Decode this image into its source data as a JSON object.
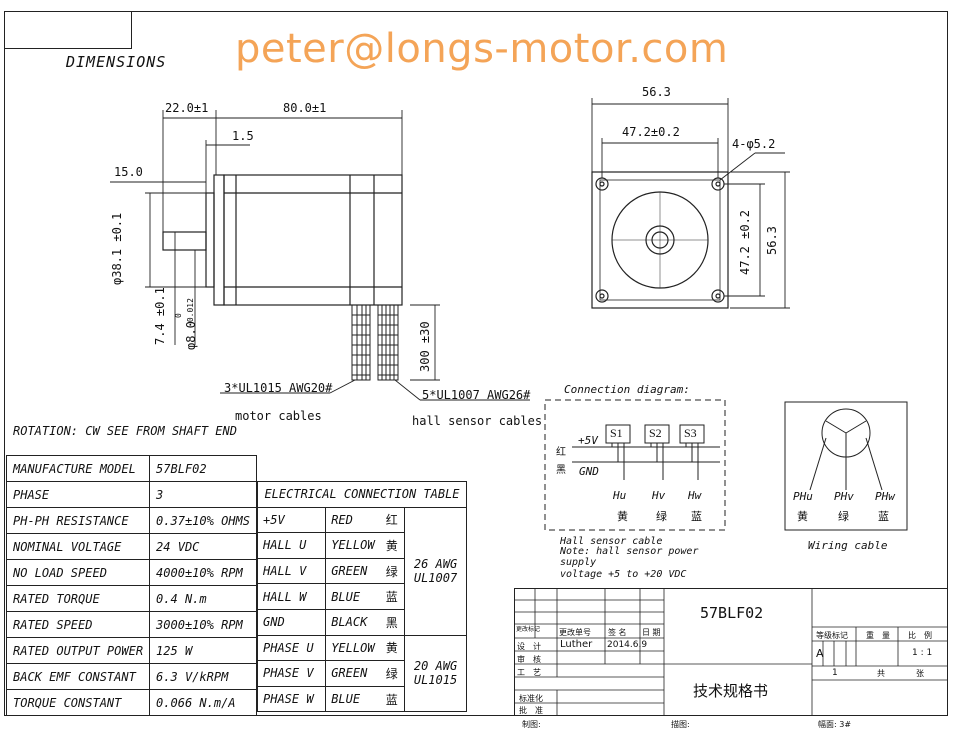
{
  "header": {
    "email": "peter@longs-motor.com",
    "dimensions_title": "DIMENSIONS"
  },
  "side_view": {
    "dim_22": "22.0±1",
    "dim_80": "80.0±1",
    "dim_1_5": "1.5",
    "dim_15": "15.0",
    "dim_38": "φ38.1 ±0.1",
    "dim_7_4": "7.4 ±0.1",
    "dim_8": "φ8.0",
    "dim_8_tol_upper": "0",
    "dim_8_tol_lower": "-0.012",
    "dim_300": "300 ±30",
    "motor_cables_spec": "3*UL1015 AWG20#",
    "motor_cables_label": "motor cables",
    "hall_cables_spec": "5*UL1007 AWG26#",
    "hall_cables_label": "hall sensor cables"
  },
  "front_view": {
    "dim_56_3_top": "56.3",
    "dim_47_2_top": "47.2±0.2",
    "dim_holes": "4-φ5.2",
    "dim_47_2_side": "47.2 ±0.2",
    "dim_56_3_side": "56.3"
  },
  "rotation": "ROTATION: CW SEE FROM SHAFT END",
  "specs": [
    {
      "name": "MANUFACTURE MODEL",
      "value": "57BLF02"
    },
    {
      "name": "PHASE",
      "value": "3"
    },
    {
      "name": "PH-PH RESISTANCE",
      "value": "0.37±10% OHMS"
    },
    {
      "name": "NOMINAL VOLTAGE",
      "value": "24 VDC"
    },
    {
      "name": "NO LOAD SPEED",
      "value": "4000±10% RPM"
    },
    {
      "name": "RATED TORQUE",
      "value": "0.4 N.m"
    },
    {
      "name": "RATED SPEED",
      "value": "3000±10% RPM"
    },
    {
      "name": "RATED OUTPUT POWER",
      "value": "125 W"
    },
    {
      "name": "BACK EMF CONSTANT",
      "value": "6.3 V/kRPM"
    },
    {
      "name": "TORQUE CONSTANT",
      "value": "0.066 N.m/A"
    }
  ],
  "electrical": {
    "title": "ELECTRICAL CONNECTION TABLE",
    "rows": [
      {
        "signal": "+5V",
        "color": "RED",
        "cn": "红"
      },
      {
        "signal": "HALL U",
        "color": "YELLOW",
        "cn": "黄"
      },
      {
        "signal": "HALL V",
        "color": "GREEN",
        "cn": "绿"
      },
      {
        "signal": "HALL W",
        "color": "BLUE",
        "cn": "蓝"
      },
      {
        "signal": "GND",
        "color": "BLACK",
        "cn": "黑"
      },
      {
        "signal": "PHASE U",
        "color": "YELLOW",
        "cn": "黄"
      },
      {
        "signal": "PHASE V",
        "color": "GREEN",
        "cn": "绿"
      },
      {
        "signal": "PHASE W",
        "color": "BLUE",
        "cn": "蓝"
      }
    ],
    "group1_awg": "26 AWG",
    "group1_ul": "UL1007",
    "group2_awg": "20 AWG",
    "group2_ul": "UL1015"
  },
  "connection": {
    "title": "Connection diagram:",
    "red_cn": "红",
    "black_cn": "黑",
    "plus5v": "+5V",
    "gnd": "GND",
    "s1": "S1",
    "s2": "S2",
    "s3": "S3",
    "hu": "Hu",
    "hv": "Hv",
    "hw": "Hw",
    "hu_cn": "黄",
    "hv_cn": "绿",
    "hw_cn": "蓝",
    "note1": "Hall sensor cable",
    "note2": "Note: hall sensor power",
    "note3": "supply",
    "note4": "voltage +5 to +20 VDC"
  },
  "wiring": {
    "phu": "PHu",
    "phv": "PHv",
    "phw": "PHw",
    "phu_cn": "黄",
    "phv_cn": "绿",
    "phw_cn": "蓝",
    "caption": "Wiring cable"
  },
  "title_block": {
    "model": "57BLF02",
    "doc_title": "技术规格书",
    "mark_label": "更改标记",
    "change_no": "更改单号",
    "sign": "签 名",
    "date": "日 期",
    "design": "设　计",
    "designer": "Luther",
    "design_date": "2014.6.9",
    "review": "审　核",
    "process": "工　艺",
    "standard": "标准化",
    "approve": "批　准",
    "grade_mark": "等级标记",
    "weight": "重　量",
    "ratio": "比　例",
    "grade_value": "A",
    "ratio_value": "1 : 1",
    "sheet_one": "1",
    "total": "共",
    "sheets": "张",
    "drafter": "制图:",
    "tracer": "描图:",
    "format": "幅面: 3#"
  },
  "colors": {
    "email": "#f4a457",
    "lines": "#222222"
  }
}
